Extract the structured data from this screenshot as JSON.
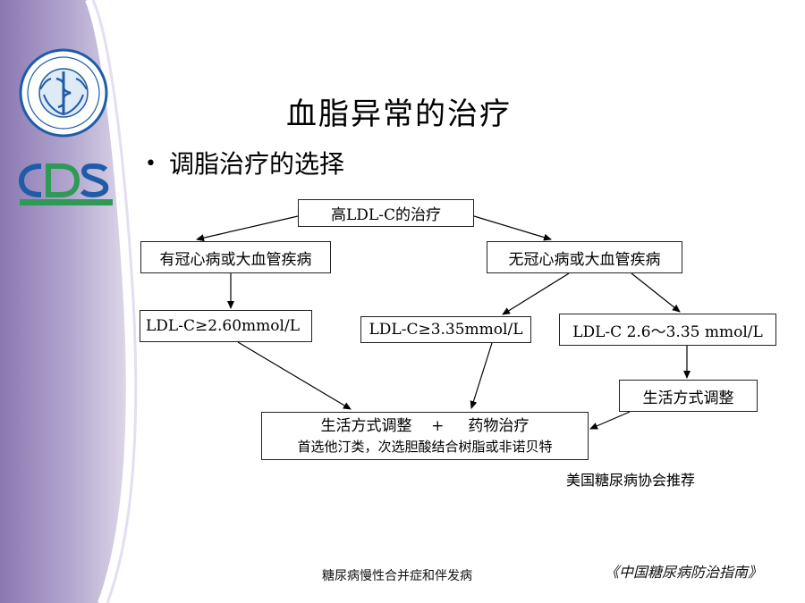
{
  "slide": {
    "title": "血脂异常的治疗",
    "bullet": "调脂治疗的选择",
    "note": "美国糖尿病协会推荐",
    "footer": "糖尿病慢性合并症和伴发病",
    "source": "《中国糖尿病防治指南》"
  },
  "flowchart": {
    "root": "高LDL-C的治疗",
    "branch_left": "有冠心病或大血管疾病",
    "branch_right": "无冠心病或大血管疾病",
    "left_level": "LDL-C≥2.60mmol/L",
    "mid_level": "LDL-C≥3.35mmol/L",
    "right_level": "LDL-C  2.6～3.35 mmol/L",
    "lifestyle": "生活方式调整",
    "combined_line1": "生活方式调整    +     药物治疗",
    "combined_line2": "首选他汀类，次选胆酸结合树脂或非诺贝特"
  },
  "colors": {
    "sidebar_purple": "#7d6aa6",
    "sidebar_light": "#c9c0dc",
    "logo_blue": "#1f5ca8",
    "logo_green": "#2e9a56"
  }
}
